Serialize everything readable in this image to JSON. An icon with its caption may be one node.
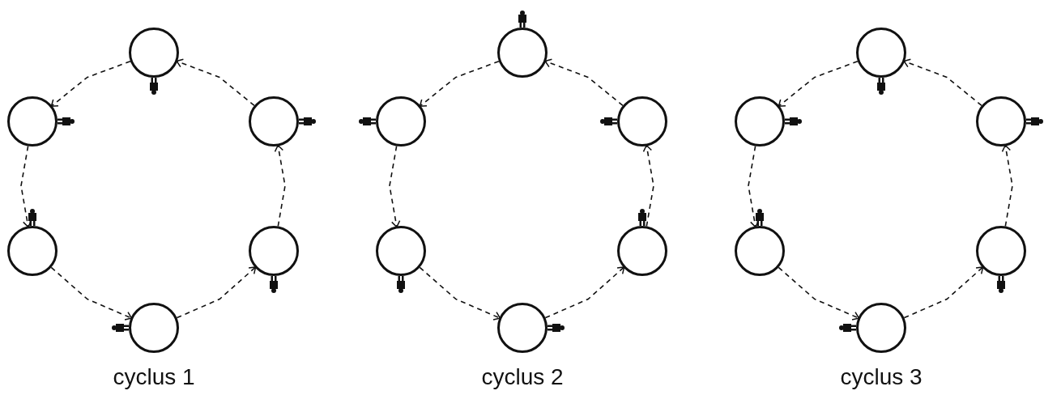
{
  "diagram": {
    "nodes": [
      {
        "text": [],
        "shape": "circle"
      },
      {
        "text": [],
        "shape": "circle"
      },
      {
        "text": [],
        "shape": "circle"
      },
      {
        "text": [],
        "shape": "circle"
      },
      {
        "text": [],
        "shape": "circle"
      },
      {
        "text": [],
        "shape": "circle"
      },
      {
        "text": [],
        "shape": "circle"
      },
      {
        "text": [],
        "shape": "circle"
      },
      {
        "text": [],
        "shape": "circle"
      },
      {
        "text": [],
        "shape": "circle"
      },
      {
        "text": [],
        "shape": "circle"
      },
      {
        "text": [],
        "shape": "circle"
      },
      {
        "text": [],
        "shape": "circle"
      },
      {
        "text": [],
        "shape": "circle"
      },
      {
        "text": [],
        "shape": "circle"
      },
      {
        "text": [],
        "shape": "circle"
      },
      {
        "text": [],
        "shape": "circle"
      },
      {
        "text": [],
        "shape": "circle"
      }
    ],
    "edges": [
      {
        "from": 0,
        "to": 1,
        "arrow": "to",
        "style": "dashed"
      },
      {
        "from": 1,
        "to": 2,
        "arrow": "to",
        "style": "dashed"
      },
      {
        "from": 2,
        "to": 3,
        "arrow": "to",
        "style": "dashed"
      },
      {
        "from": 3,
        "to": 4,
        "arrow": "to",
        "style": "dashed"
      },
      {
        "from": 4,
        "to": 5,
        "arrow": "to",
        "style": "dashed"
      },
      {
        "from": 5,
        "to": 0,
        "arrow": "to",
        "style": "dashed"
      },
      {
        "from": 6,
        "to": 7,
        "arrow": "to",
        "style": "dashed"
      },
      {
        "from": 7,
        "to": 8,
        "arrow": "to",
        "style": "dashed"
      },
      {
        "from": 8,
        "to": 9,
        "arrow": "to",
        "style": "dashed"
      },
      {
        "from": 9,
        "to": 10,
        "arrow": "to",
        "style": "dashed"
      },
      {
        "from": 10,
        "to": 11,
        "arrow": "to",
        "style": "dashed"
      },
      {
        "from": 11,
        "to": 6,
        "arrow": "to",
        "style": "dashed"
      },
      {
        "from": 12,
        "to": 13,
        "arrow": "to",
        "style": "dashed"
      },
      {
        "from": 13,
        "to": 14,
        "arrow": "to",
        "style": "dashed"
      },
      {
        "from": 14,
        "to": 15,
        "arrow": "to",
        "style": "dashed"
      },
      {
        "from": 15,
        "to": 16,
        "arrow": "to",
        "style": "dashed"
      },
      {
        "from": 16,
        "to": 17,
        "arrow": "to",
        "style": "dashed"
      },
      {
        "from": 17,
        "to": 12,
        "arrow": "to",
        "style": "dashed"
      }
    ],
    "labels": [
      "cyclus 1",
      "cyclus 2",
      "cyclus 3"
    ]
  }
}
